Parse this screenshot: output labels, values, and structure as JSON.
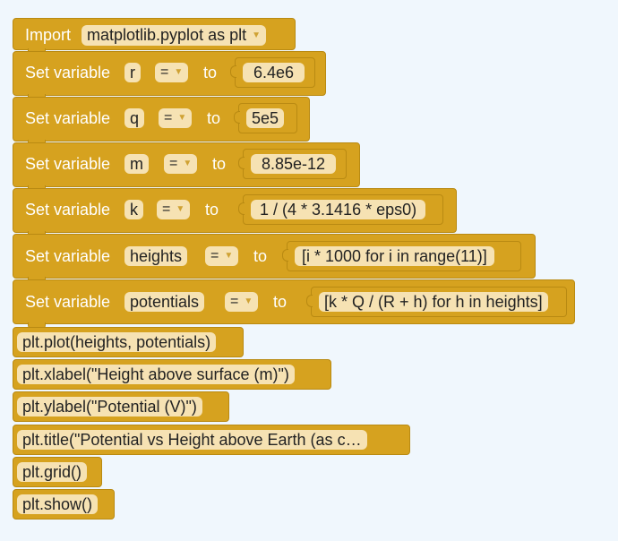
{
  "import_block": {
    "keyword": "Import",
    "module": "matplotlib.pyplot as plt"
  },
  "set_label": "Set variable",
  "to_label": "to",
  "op": "=",
  "variables": [
    {
      "name": "r",
      "value": "6.4e6"
    },
    {
      "name": "q",
      "value": "5e5"
    },
    {
      "name": "m",
      "value": "8.85e-12"
    },
    {
      "name": "k",
      "value": "1 / (4 * 3.1416 * eps0)"
    },
    {
      "name": "heights",
      "value": "[i * 1000 for i in range(11)]"
    },
    {
      "name": "potentials",
      "value": "[k * Q / (R + h) for h in heights]"
    }
  ],
  "calls": [
    "plt.plot(heights, potentials)",
    "plt.xlabel(\"Height above surface (m)\")",
    "plt.ylabel(\"Potential (V)\")",
    "plt.title(\"Potential vs Height above Earth (as c…",
    "plt.grid()",
    "plt.show()"
  ]
}
